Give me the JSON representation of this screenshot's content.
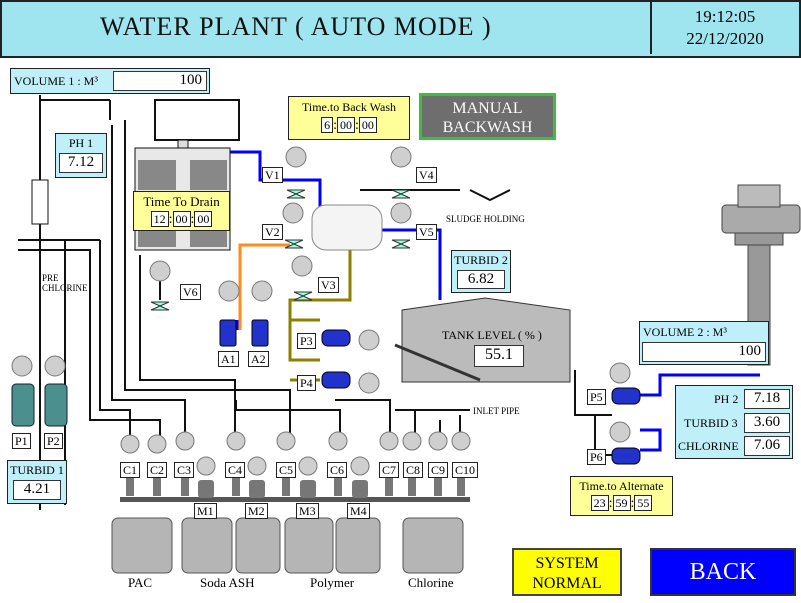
{
  "header": {
    "title": "WATER PLANT ( AUTO MODE )",
    "time": "19:12:05",
    "date": "22/12/2020"
  },
  "volume1": {
    "label": "VOLUME 1 : M³",
    "value": "100"
  },
  "volume2": {
    "label": "VOLUME 2 : M³",
    "value": "100"
  },
  "ph1": {
    "label": "PH 1",
    "value": "7.12"
  },
  "turbid1": {
    "label": "TURBID 1",
    "value": "4.21"
  },
  "turbid2": {
    "label": "TURBID 2",
    "value": "6.82"
  },
  "tank": {
    "label": "TANK LEVEL ( % )",
    "value": "55.1"
  },
  "backwash_timer": {
    "label": "Time.to Back Wash",
    "h": "6",
    "m": "00",
    "s": "00"
  },
  "drain_timer": {
    "label": "Time To Drain",
    "h": "12",
    "m": "00",
    "s": "00"
  },
  "alternate_timer": {
    "label": "Time.to Alternate",
    "h": "23",
    "m": "59",
    "s": "55"
  },
  "manual_backwash": {
    "line1": "MANUAL",
    "line2": "BACKWASH"
  },
  "outlet": {
    "ph2_label": "PH 2",
    "ph2": "7.18",
    "turbid3_label": "TURBID 3",
    "turbid3": "3.60",
    "chlorine_label": "CHLORINE",
    "chlorine": "7.06"
  },
  "labels": {
    "sludge": "SLUDGE HOLDING",
    "pre_chlorine_1": "PRE",
    "pre_chlorine_2": "CHLORINE",
    "inlet": "INLET PIPE"
  },
  "valves": [
    "V1",
    "V2",
    "V3",
    "V4",
    "V5",
    "V6"
  ],
  "pumps": [
    "A1",
    "A2",
    "P1",
    "P2",
    "P3",
    "P4",
    "P5",
    "P6"
  ],
  "dosing": [
    "C1",
    "C2",
    "C3",
    "C4",
    "C5",
    "C6",
    "C7",
    "C8",
    "C9",
    "C10"
  ],
  "mixers": [
    "M1",
    "M2",
    "M3",
    "M4"
  ],
  "chemicals": [
    "PAC",
    "Soda ASH",
    "Polymer",
    "Chlorine"
  ],
  "status": {
    "line1": "SYSTEM",
    "line2": "NORMAL"
  },
  "back_label": "BACK",
  "colors": {
    "header": "#9fe5f0",
    "panel": "#bfeff9",
    "pipe_blue": "#0000ff",
    "pipe_orange": "#ff8c1a",
    "pipe_olive": "#8b8000",
    "status_yellow": "#ffff00"
  }
}
